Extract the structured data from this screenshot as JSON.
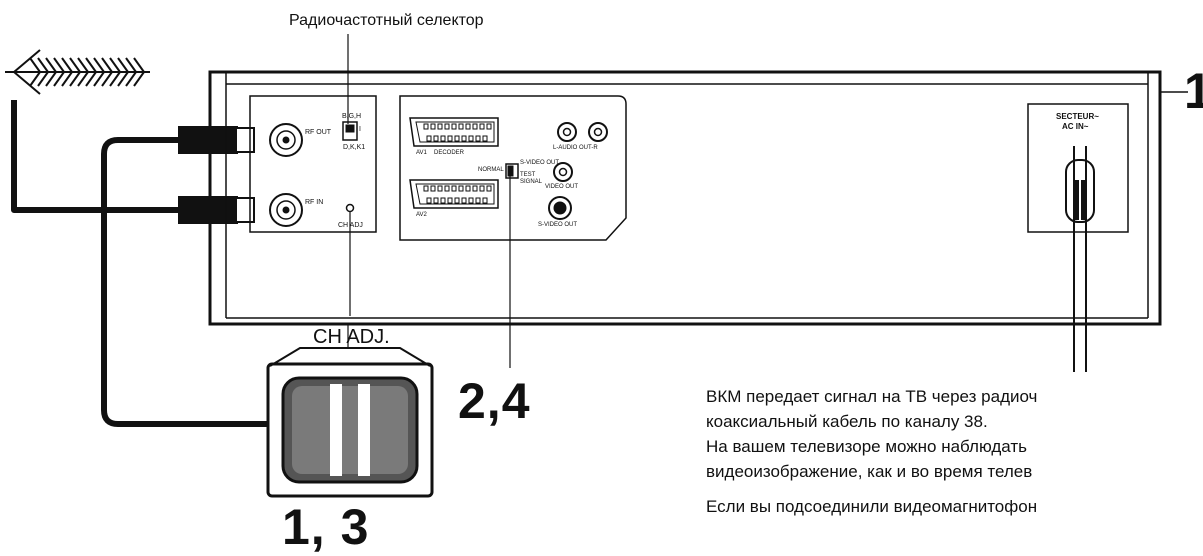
{
  "labels": {
    "rf_selector": "Радиочастотный селектор",
    "ch_adj": "CH ADJ.",
    "step_tv_vcr": "2,4",
    "step_tv": "1, 3",
    "step_power": "1"
  },
  "panel_text": {
    "rf_out": "RF OUT",
    "rf_in": "RF IN",
    "ch_adj_small": "CH ADJ",
    "bgh": "B,G,H",
    "i": "I",
    "dkkl": "D,K,K1",
    "av1": "AV1",
    "av2": "AV2",
    "decoder": "DECODER",
    "audio_out": "L-AUDIO OUT-R",
    "video_out": "VIDEO OUT",
    "s_video_out": "S-VIDEO OUT",
    "normal": "NORMAL",
    "s_video_out_sw": "S-VIDEO OUT",
    "test_signal": "TEST SIGNAL",
    "secteur": "SECTEUR~",
    "ac_in": "AC IN~"
  },
  "description": [
    "ВКМ передает сигнал на ТВ через радиоч",
    "коаксиальный кабель по каналу 38.",
    "На вашем телевизоре можно наблюдать",
    "видеоизображение, как и во время телев",
    "Если вы подсоединили видеомагнитофон"
  ]
}
